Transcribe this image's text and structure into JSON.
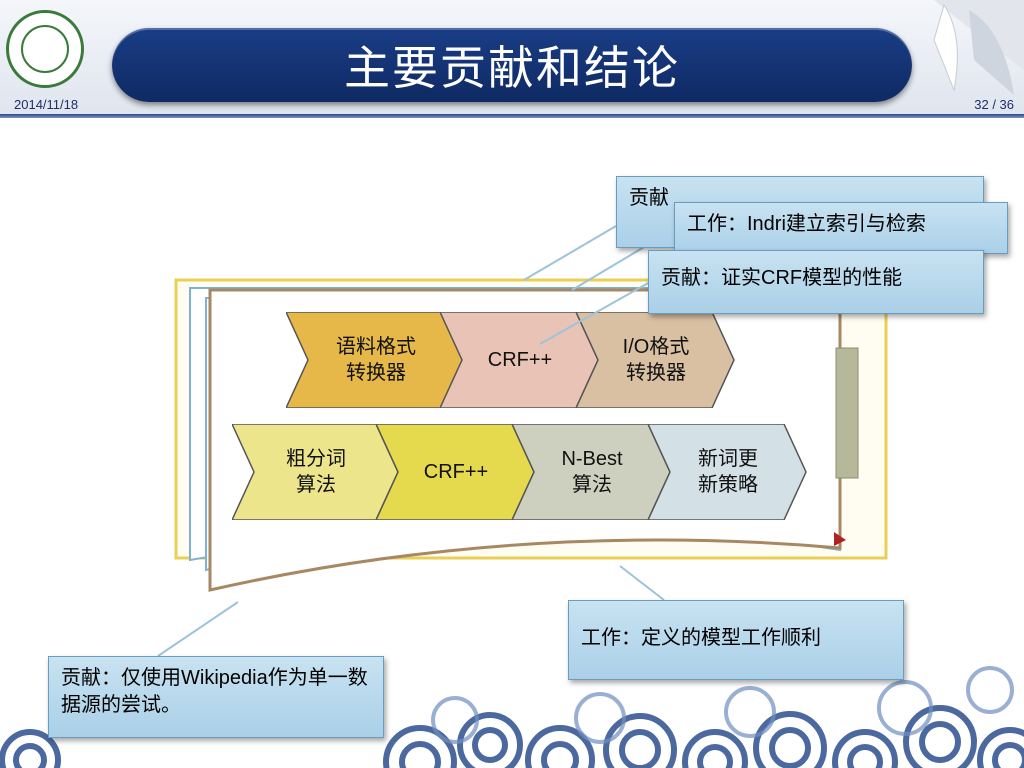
{
  "header": {
    "title": "主要贡献和结论",
    "date": "2014/11/18",
    "page_number": "32",
    "page_total": "/ 36"
  },
  "pipeline_top": [
    {
      "label": "语料格式\n转换器",
      "color": "#e6b84a"
    },
    {
      "label": "CRF++",
      "color": "#e9c4b6"
    },
    {
      "label": "I/O格式\n转换器",
      "color": "#d9c0a3"
    }
  ],
  "pipeline_bottom": [
    {
      "label": "粗分词\n算法",
      "color": "#ede58c"
    },
    {
      "label": "CRF++",
      "color": "#e5d94e"
    },
    {
      "label": "N-Best\n算法",
      "color": "#cdd0bf"
    },
    {
      "label": "新词更\n新策略",
      "color": "#d3e0e6"
    }
  ],
  "callouts": {
    "c1": "贡献",
    "c2": "工作：Indri建立索引与检索",
    "c3": "贡献：证实CRF模型的性能",
    "c4": "工作：定义的模型工作顺利",
    "c5": "贡献：仅使用Wikipedia作为单一数据源的尝试。"
  }
}
